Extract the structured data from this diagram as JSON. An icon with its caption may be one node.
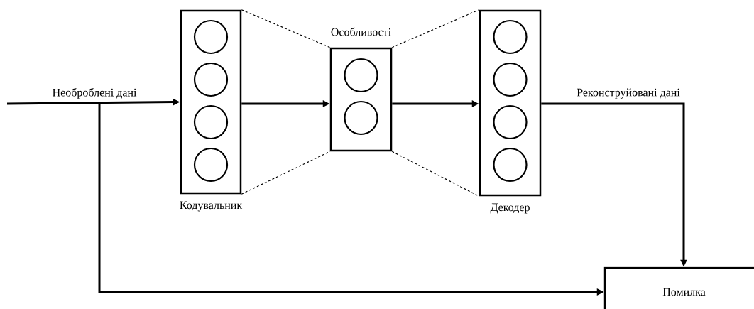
{
  "diagram": {
    "nodes": [
      {
        "text": [
          "Кодувальник"
        ]
      },
      {
        "text": [],
        "shape": "circle",
        "in": 0
      },
      {
        "text": [],
        "shape": "circle",
        "in": 0
      },
      {
        "text": [],
        "shape": "circle",
        "in": 0
      },
      {
        "text": [],
        "shape": "circle",
        "in": 0
      },
      {
        "text": [
          "Особливості"
        ]
      },
      {
        "text": [],
        "shape": "circle",
        "in": 5
      },
      {
        "text": [],
        "shape": "circle",
        "in": 5
      },
      {
        "text": [
          "Декодер"
        ]
      },
      {
        "text": [],
        "shape": "circle",
        "in": 8
      },
      {
        "text": [],
        "shape": "circle",
        "in": 8
      },
      {
        "text": [],
        "shape": "circle",
        "in": 8
      },
      {
        "text": [],
        "shape": "circle",
        "in": 8
      },
      {
        "text": [
          "Помилка"
        ]
      }
    ],
    "edges": [
      {
        "from": null,
        "to": 0,
        "arrow": "to",
        "label": "Необроблені дані"
      },
      {
        "from": null,
        "to": 13,
        "arrow": "to"
      },
      {
        "from": 0,
        "to": 5,
        "arrow": "to"
      },
      {
        "from": 5,
        "to": 8,
        "arrow": "to"
      },
      {
        "from": 8,
        "to": 13,
        "arrow": "to",
        "label": "Реконструйовані дані"
      },
      {
        "from": 0,
        "to": 5,
        "arrow": "none",
        "style": "dashed"
      },
      {
        "from": 0,
        "to": 5,
        "arrow": "none",
        "style": "dashed"
      },
      {
        "from": 5,
        "to": 8,
        "arrow": "none",
        "style": "dashed"
      },
      {
        "from": 5,
        "to": 8,
        "arrow": "none",
        "style": "dashed"
      }
    ]
  }
}
